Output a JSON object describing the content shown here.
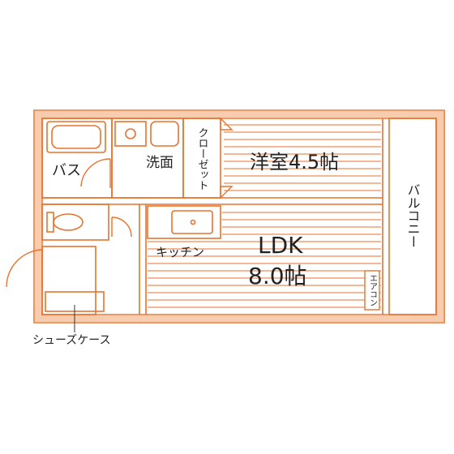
{
  "colors": {
    "wall": "#f1a36d",
    "line": "#e8722e",
    "fixture": "#e8722e",
    "text": "#222222",
    "background": "#ffffff"
  },
  "rooms": {
    "bath": "バス",
    "washroom": "洗面",
    "closet": "クローゼット",
    "bedroom": "洋室4.5帖",
    "balcony": "バルコニー",
    "kitchen": "キッチン",
    "ldk_line1": "LDK",
    "ldk_line2": "8.0帖",
    "aircon": "エアコン",
    "shoe_case": "シューズケース"
  },
  "icons": [
    "bathtub-icon",
    "sink-icon",
    "toilet-icon",
    "kitchen-sink-icon",
    "door-swing-icon"
  ]
}
